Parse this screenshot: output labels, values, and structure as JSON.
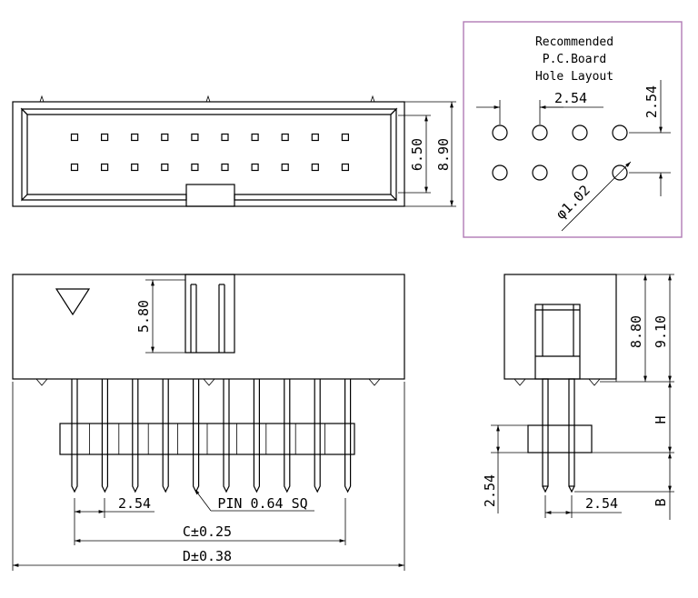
{
  "colors": {
    "line": "#000000",
    "frame": "#b07ab5",
    "background": "#ffffff"
  },
  "board_layout": {
    "title_lines": [
      "Recommended",
      "P.C.Board",
      "Hole Layout"
    ],
    "pitch_h": "2.54",
    "pitch_v": "2.54",
    "hole_dia": "φ1.02"
  },
  "top_view": {
    "dim_inner": "6.50",
    "dim_outer": "8.90"
  },
  "front_view": {
    "dim_latch": "5.80",
    "pitch": "2.54",
    "pin_note": "PIN 0.64 SQ",
    "dim_c": "C±0.25",
    "dim_d": "D±0.38"
  },
  "side_view": {
    "dim_a": "8.80",
    "dim_b": "9.10",
    "dim_h": "H",
    "dim_b_label": "B",
    "dim_pitch_v": "2.54",
    "dim_pitch_h": "2.54"
  }
}
